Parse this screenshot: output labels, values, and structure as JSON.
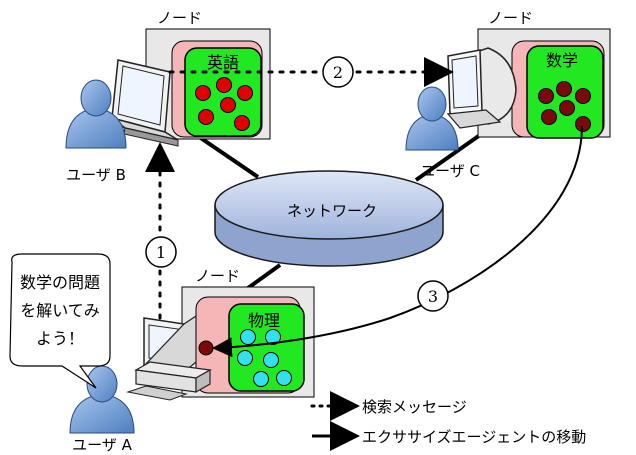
{
  "nodes": {
    "top_left": {
      "caption": "ノード",
      "subject": "英語"
    },
    "top_right": {
      "caption": "ノード",
      "subject": "数学"
    },
    "bottom": {
      "caption": "ノード",
      "subject": "物理"
    }
  },
  "network": {
    "label": "ネットワーク"
  },
  "users": {
    "a": {
      "label": "ユーザ A"
    },
    "b": {
      "label": "ユーザ B"
    },
    "c": {
      "label": "ユーザ C"
    }
  },
  "speech_bubble": {
    "line1": "数学の問題",
    "line2": "を解いてみ",
    "line3": "よう！"
  },
  "steps": {
    "one": "1",
    "two": "2",
    "three": "3"
  },
  "legend": {
    "search_message": "検索メッセージ",
    "exercise_agent_move": "エクササイズエージェントの移動"
  },
  "colors": {
    "node_bg": "#e8e8e8",
    "panel_pink": "#f4b6b6",
    "panel_green": "#22e822",
    "dot_red": "#e00000",
    "dot_darkred": "#7a0a0a",
    "dot_cyan": "#33e0f0",
    "network_fill": "#b8c8e8",
    "user_blue": "#6f9fd8"
  }
}
